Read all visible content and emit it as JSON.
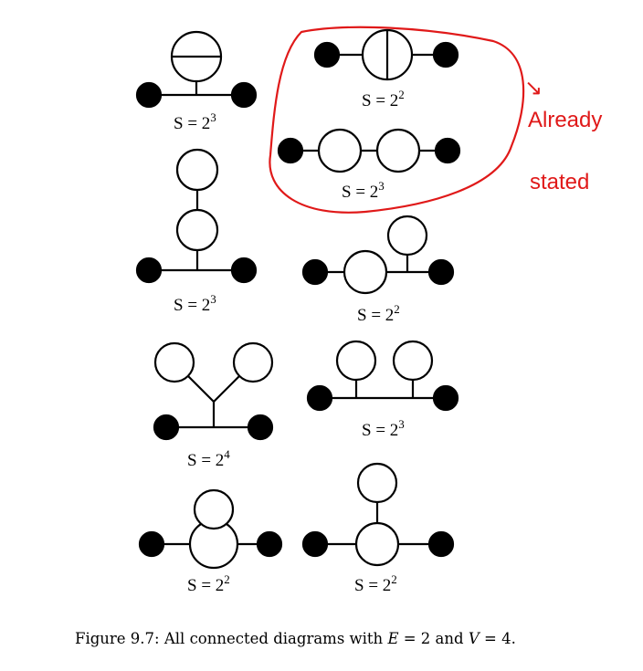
{
  "colors": {
    "ink": "#000000",
    "annotation": "#e01919"
  },
  "labels": {
    "d1": {
      "base": "S = 2",
      "exp": "3"
    },
    "d2": {
      "base": "S = 2",
      "exp": "2"
    },
    "d3": {
      "base": "S = 2",
      "exp": "3"
    },
    "d4": {
      "base": "S = 2",
      "exp": "3"
    },
    "d5": {
      "base": "S = 2",
      "exp": "2"
    },
    "d6": {
      "base": "S = 2",
      "exp": "4"
    },
    "d7": {
      "base": "S = 2",
      "exp": "3"
    },
    "d8": {
      "base": "S = 2",
      "exp": "2"
    },
    "d9": {
      "base": "S = 2",
      "exp": "2"
    }
  },
  "annotation": {
    "line1": "Already",
    "line2": "stated",
    "arrow_glyph": "↘"
  },
  "caption": {
    "prefix": "Figure 9.7: All connected diagrams with ",
    "e_var": "E",
    "e_eq": " = 2 and ",
    "v_var": "V",
    "v_eq": " = 4."
  }
}
